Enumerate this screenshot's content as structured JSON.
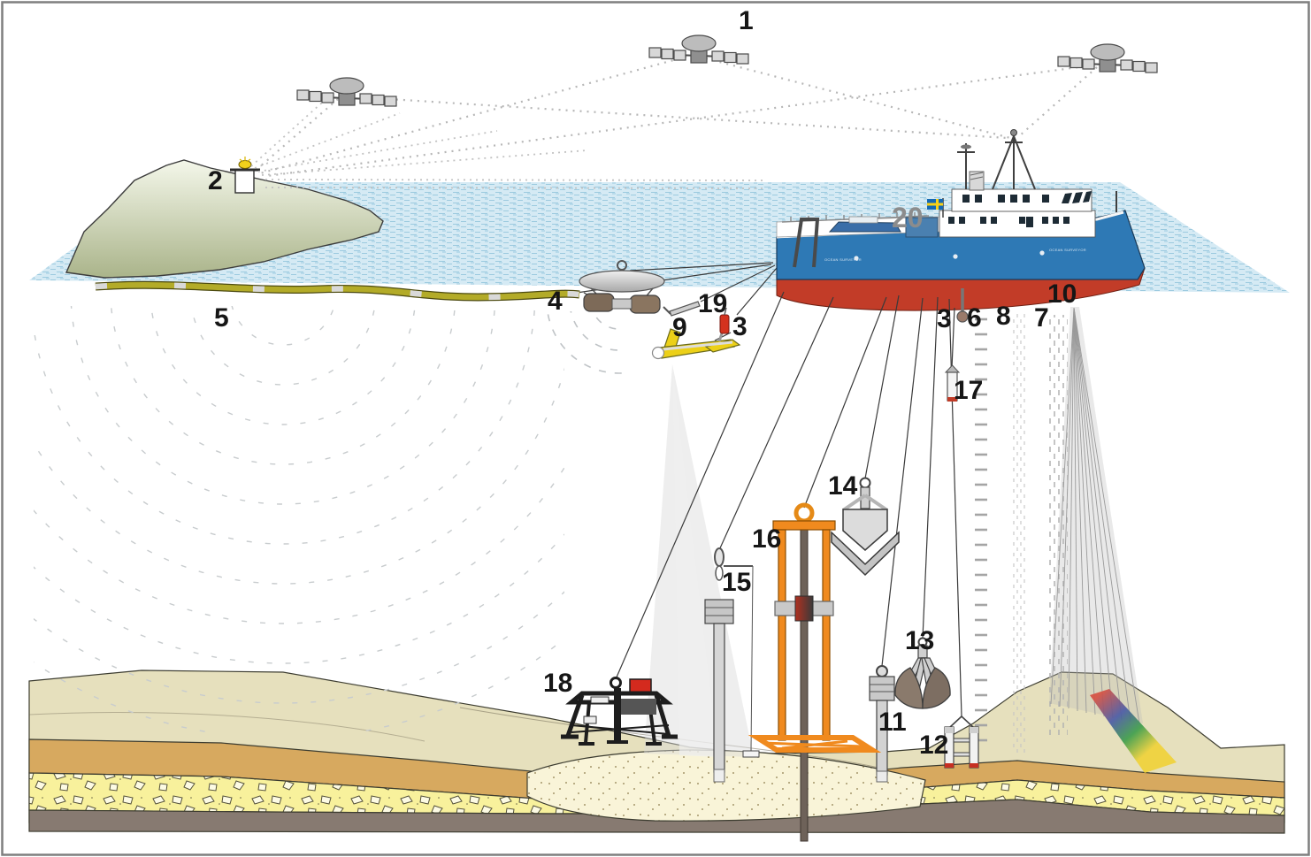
{
  "figure": {
    "kind": "marine-survey-methods-diagram",
    "callouts": {
      "n1": "1",
      "n2": "2",
      "n3": "3",
      "n3b": "3",
      "n4": "4",
      "n5": "5",
      "n6": "6",
      "n7": "7",
      "n8": "8",
      "n9": "9",
      "n10": "10",
      "n11": "11",
      "n12": "12",
      "n13": "13",
      "n14": "14",
      "n15": "15",
      "n16": "16",
      "n17": "17",
      "n18": "18",
      "n19": "19",
      "n20": "20"
    }
  },
  "ship": {
    "name": "OCEAN SURVEYOR"
  },
  "icons": [
    "satellite-icon",
    "lighthouse-icon",
    "swedish-flag-icon",
    "gps-antenna-icon",
    "a-frame-icon",
    "workboat-icon",
    "disc-buoy-icon",
    "towfish-icon",
    "magnetometer-icon",
    "grab-sampler-icon",
    "orange-peel-grab-icon",
    "twin-corer-icon",
    "gravity-corer-icon",
    "vibrocorer-icon",
    "benthic-lander-icon",
    "probe-icon",
    "rainbow-swath-icon"
  ],
  "colors": {
    "sea": "#d5eaf4",
    "sea_texture": "#9ccadf",
    "hull_blue": "#2e79b5",
    "hull_red": "#c23c28",
    "superstructure": "#ffffff",
    "streamer_yellow": "#b3ab28",
    "equipment_orange": "#f08a1e",
    "khaki_sediment": "#e6e0bd",
    "tan_layer": "#d7a95f",
    "clast_layer": "#f8f19c",
    "basement": "#877a71",
    "sand_mound": "#f9f4d8",
    "label_black": "#161616",
    "label_gray": "#8c8c8c",
    "rainbow": [
      "#d65143",
      "#4b5ba6",
      "#3f9e4c",
      "#f0d23a"
    ],
    "island_green": "#b9c49a",
    "signal_gray": "#a0a0a0"
  }
}
